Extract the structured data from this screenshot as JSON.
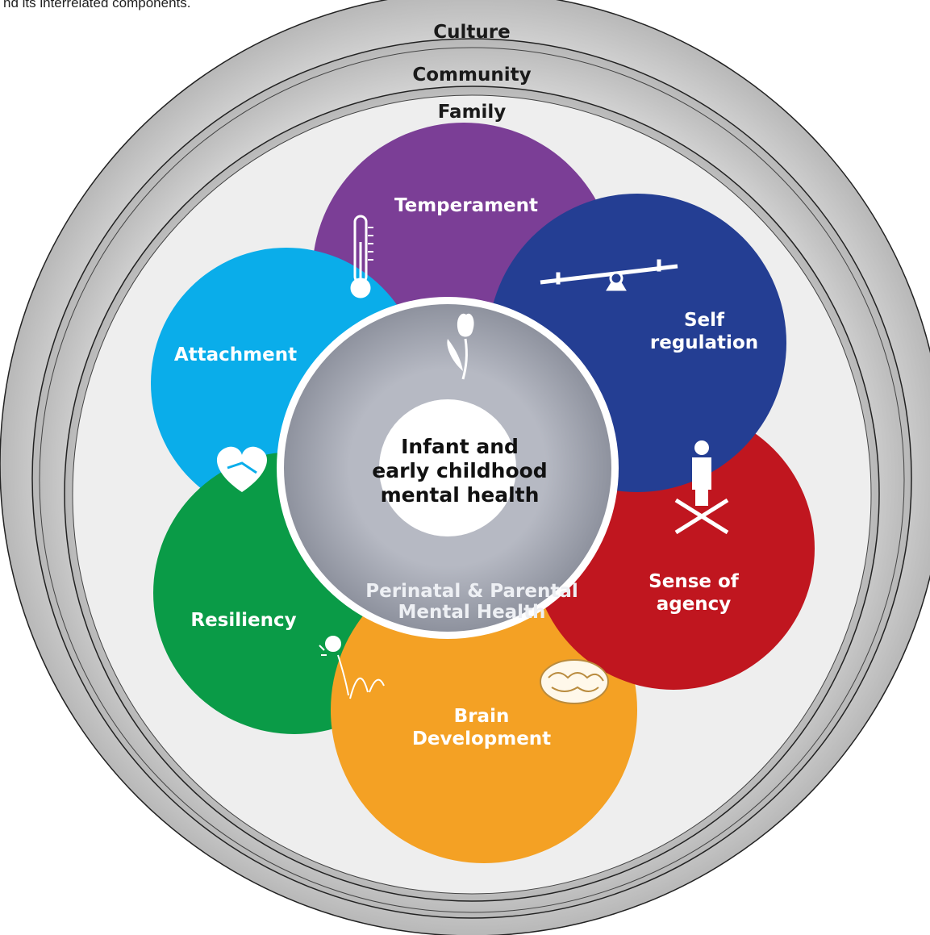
{
  "caption": "nd its interrelated components.",
  "rings": {
    "culture": "Culture",
    "community": "Community",
    "family": "Family"
  },
  "petals": {
    "temperament": {
      "label": "Temperament",
      "color": "#7b3e96",
      "icon": "thermometer-icon"
    },
    "self_regulation": {
      "line1": "Self",
      "line2": "regulation",
      "color": "#243e93",
      "icon": "seesaw-icon"
    },
    "sense_of_agency": {
      "line1": "Sense of",
      "line2": "agency",
      "color": "#c0161f",
      "icon": "person-arrows-icon"
    },
    "brain_development": {
      "line1": "Brain",
      "line2": "Development",
      "color": "#f4a124",
      "icon": "brain-icon"
    },
    "resiliency": {
      "label": "Resiliency",
      "color": "#0a9b47",
      "icon": "bouncing-ball-icon"
    },
    "attachment": {
      "label": "Attachment",
      "color": "#0aadea",
      "icon": "heart-handshake-icon"
    }
  },
  "inner_ring": {
    "line1": "Perinatal & Parental",
    "line2": "Mental Health",
    "icon": "tulip-icon"
  },
  "center": {
    "line1": "Infant and",
    "line2": "early childhood",
    "line3": "mental health"
  }
}
